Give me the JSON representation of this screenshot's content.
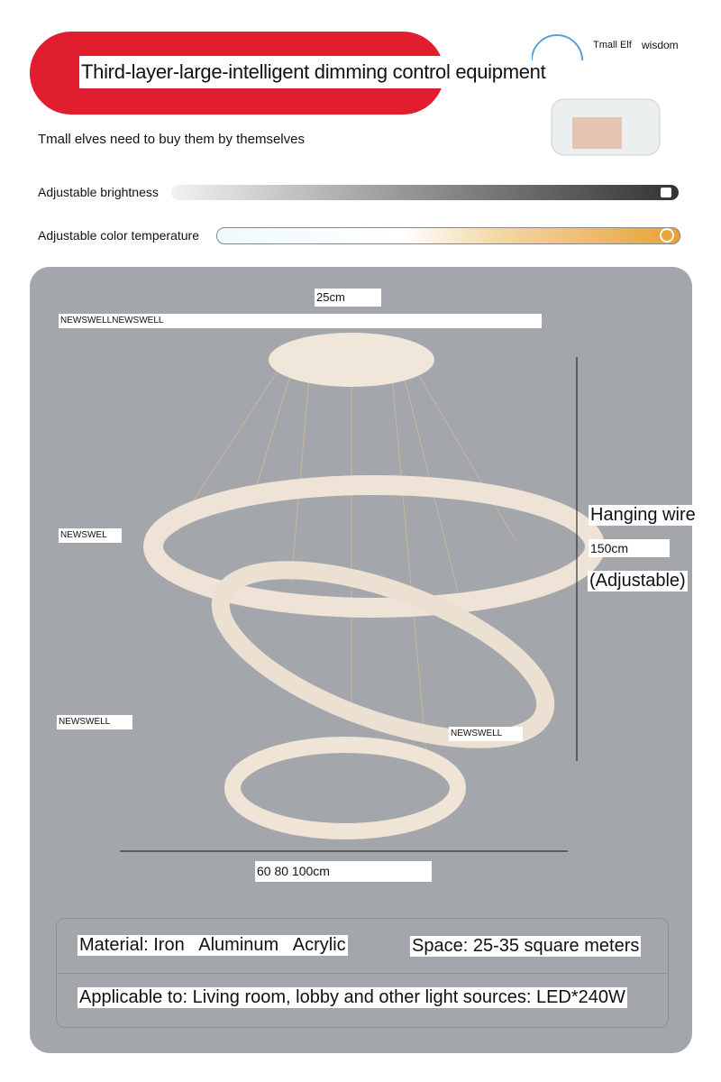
{
  "header": {
    "title": "Third-layer-large-intelligent dimming control equipment",
    "subtitle": "Tmall elves need to buy them by themselves",
    "speaker_label_1": "Tmall Elf",
    "speaker_label_2": "wisdom",
    "accent": "#e01e30"
  },
  "sliders": [
    {
      "label": "Adjustable brightness",
      "level": 1.0
    },
    {
      "label": "Adjustable color temperature",
      "level": 1.0
    }
  ],
  "diagram": {
    "top_dim": "25cm",
    "brand_bar": "NEWSWELLNEWSWELL",
    "wm1": "NEWSWEL",
    "wm2": "NEWSWELL",
    "wm3": "NEWSWELL",
    "wire_1": "Hanging wire",
    "wire_2": "150cm",
    "wire_3": "(Adjustable)",
    "width_dim": "60 80 100cm"
  },
  "specs": {
    "material": "Material: Iron   Aluminum   Acrylic",
    "space": "Space: 25-35 square meters",
    "applicable": "Applicable to: Living room, lobby and other light sources: LED*240W"
  }
}
